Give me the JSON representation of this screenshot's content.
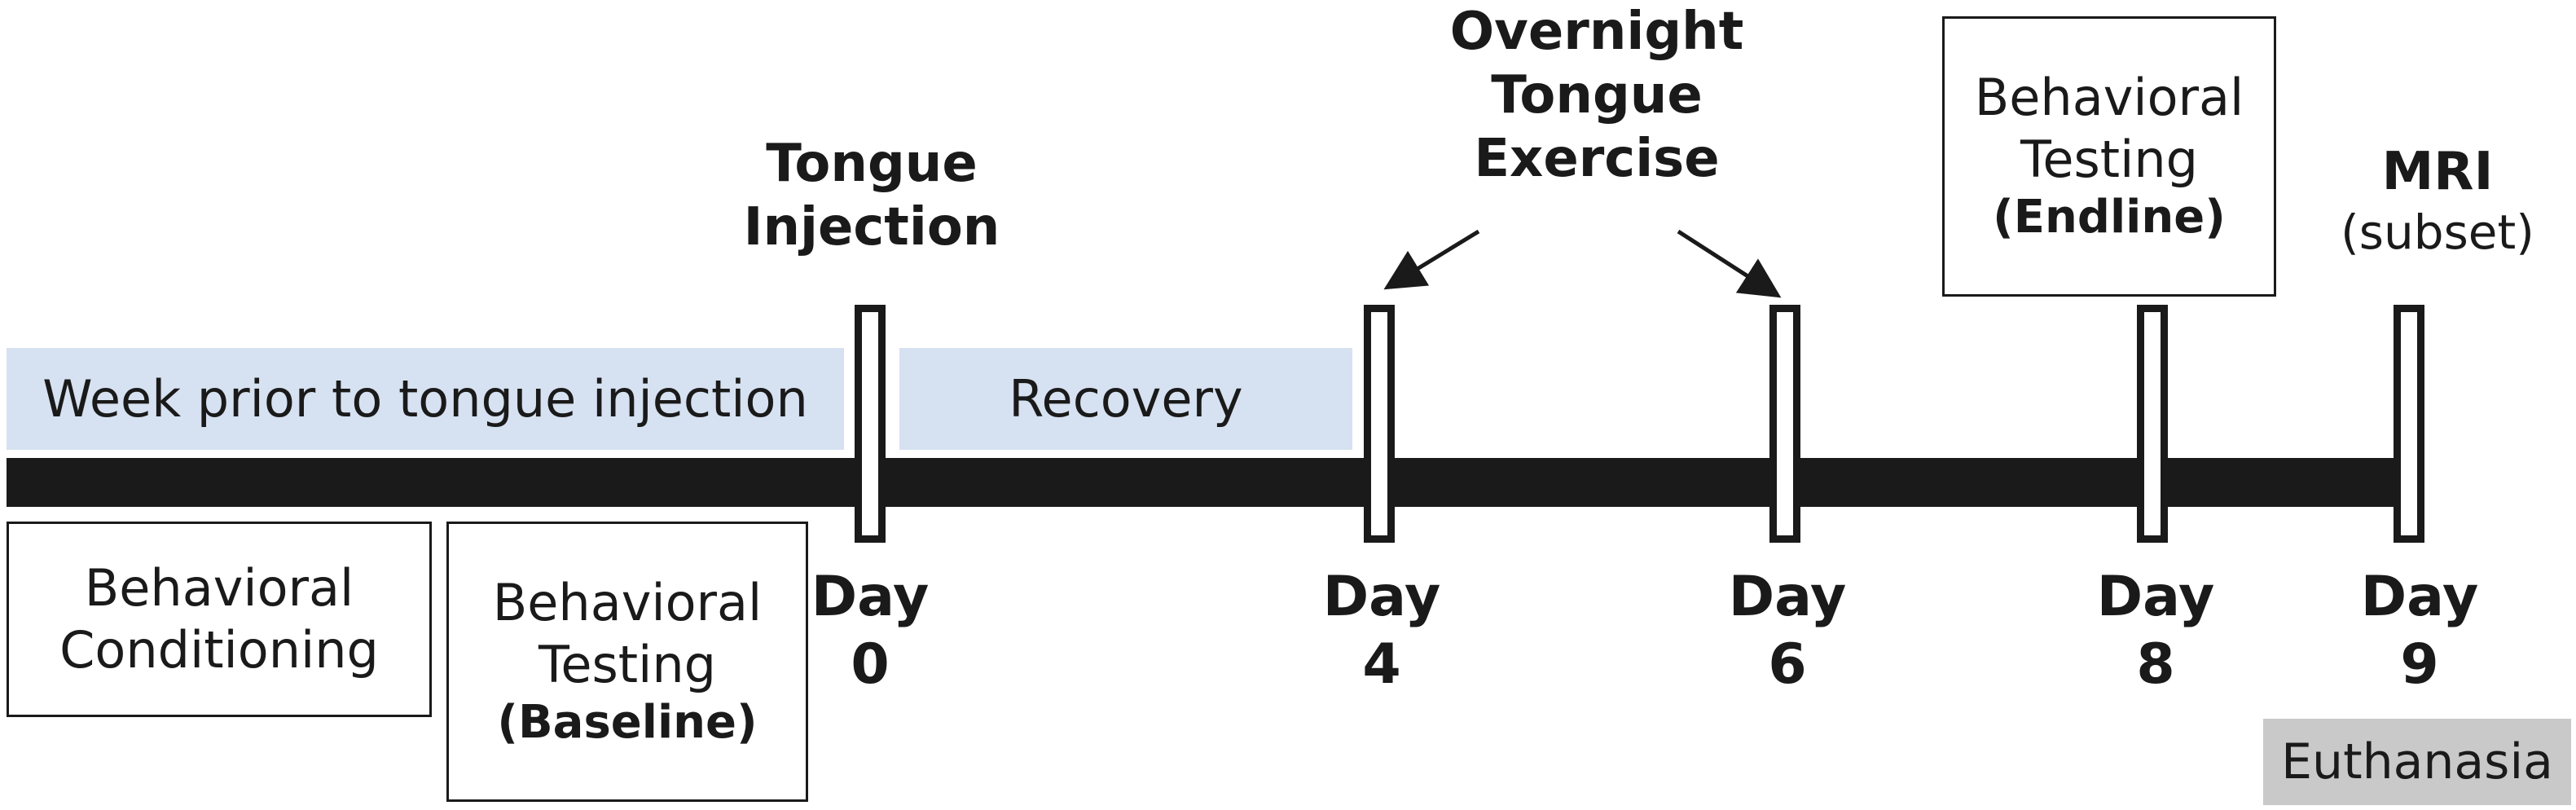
{
  "bands": {
    "week_prior": "Week prior to tongue injection",
    "recovery": "Recovery"
  },
  "boxes": {
    "conditioning": {
      "line1": "Behavioral",
      "line2": "Conditioning"
    },
    "baseline": {
      "line1": "Behavioral",
      "line2": "Testing",
      "line3": "(Baseline)"
    },
    "endline": {
      "line1": "Behavioral",
      "line2": "Testing",
      "line3": "(Endline)"
    }
  },
  "events": {
    "injection": {
      "line1": "Tongue",
      "line2": "Injection"
    },
    "exercise": {
      "line1": "Overnight",
      "line2": "Tongue",
      "line3": "Exercise"
    },
    "mri": {
      "line1": "MRI",
      "line2": "(subset)"
    },
    "euthanasia": "Euthanasia"
  },
  "days": [
    {
      "word": "Day",
      "num": "0"
    },
    {
      "word": "Day",
      "num": "4"
    },
    {
      "word": "Day",
      "num": "6"
    },
    {
      "word": "Day",
      "num": "8"
    },
    {
      "word": "Day",
      "num": "9"
    }
  ],
  "colors": {
    "band": "#d6e1f1",
    "timeline": "#1a1a1a",
    "euthanasia": "#c9c9c9"
  }
}
